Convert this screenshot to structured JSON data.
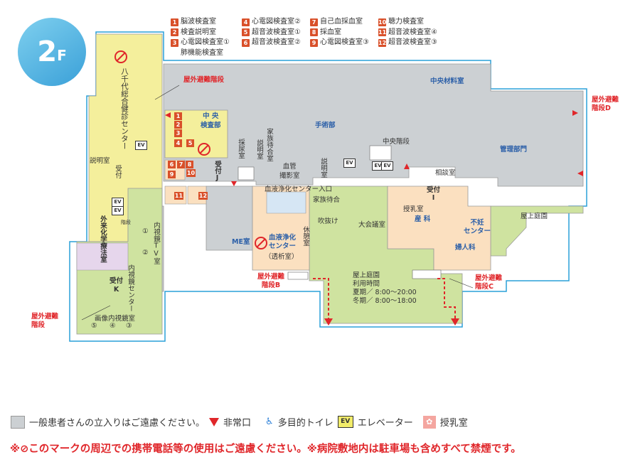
{
  "floor": {
    "number": "2",
    "suffix": "F"
  },
  "legend_rooms": [
    {
      "num": "1",
      "label": "脳波検査室"
    },
    {
      "num": "2",
      "label": "検査説明室"
    },
    {
      "num": "3",
      "label": "心電図検査室①"
    },
    {
      "num": "3b",
      "label": "肺機能検査室"
    },
    {
      "num": "4",
      "label": "心電図検査室②"
    },
    {
      "num": "5",
      "label": "超音波検査室①"
    },
    {
      "num": "6",
      "label": "超音波検査室②"
    },
    {
      "num": "7",
      "label": "自己血採血室"
    },
    {
      "num": "8",
      "label": "採血室"
    },
    {
      "num": "9",
      "label": "心電図検査室③"
    },
    {
      "num": "10",
      "label": "聴力検査室"
    },
    {
      "num": "11",
      "label": "超音波検査室④"
    },
    {
      "num": "12",
      "label": "超音波検査室③"
    }
  ],
  "map_labels": {
    "gaikai_west": "屋外避難\n階段",
    "gaikai_top": "屋外避難階段",
    "gaikai_d": "屋外避難\n階段D",
    "gaikai_b": "屋外避難\n階段B",
    "gaikai_c": "屋外避難\n階段C",
    "kenshin": "八千代総合健診センター",
    "setsumei": "説明室",
    "uketsuke": "受付",
    "chuo_kensa": "中 央\n検査部",
    "saiken": "採尿室",
    "uketsuke_j": "受付J",
    "setsumei2": "説明室",
    "kazoku_machi": "家族待合室",
    "kekkan": "血管\n撮影室",
    "setsumei3": "説明室",
    "shujutsu": "手術部",
    "chuo_zairyo": "中央材料室",
    "kanri": "管理部門",
    "chuo_kaidan": "中央階段",
    "soudan": "相談室",
    "ketsueki_iriguchi": "血液浄化センター入口",
    "kazoku_machiai": "家族待合",
    "fukinuke": "吹抜け",
    "daikaigi": "大会議室",
    "me": "ME室",
    "ketsueki": "血液浄化\nセンター",
    "toseki": "（透析室）",
    "kyukei": "休憩室",
    "jyunyu": "授乳室",
    "sanka": "産 科",
    "uketsuke_i": "受付\nI",
    "funin": "不妊\nセンター",
    "fujinka": "婦人科",
    "okujyo_teien": "屋上庭園",
    "okujyo_teien2": "屋上庭園",
    "riyou": "利用時間",
    "natsu": "夏期／ 8:00～20:00",
    "fuyu": "冬期／ 8:00～18:00",
    "gairai": "外来化学療法室",
    "uketsuke_k": "受付\nK",
    "naishikyo": "内視鏡センター",
    "naishikyo_tv": "内視鏡TV室",
    "gazo": "画像内視鏡室",
    "kaidan": "階段",
    "n1": "①",
    "n2": "②",
    "n3": "③",
    "n4": "④",
    "n5": "⑤"
  },
  "bottom_legend": {
    "gray": "一般患者さんの立入りはご遠慮ください。",
    "exit": "非常口",
    "toilet": "多目的トイレ",
    "ev_mark": "EV",
    "ev": "エレベーター",
    "nursing": "授乳室"
  },
  "warning": "※⊘このマークの周辺での携帯電話等の使用はご遠慮ください。※病院敷地内は駐車場も含めすべて禁煙です。",
  "colors": {
    "gray": "#ccd0d3",
    "yellow": "#f4ef9c",
    "green": "#cfe3a0",
    "orange": "#fbe0c0",
    "blue": "#d6e6f4",
    "purple": "#e6d6ec",
    "red": "#e0262a",
    "cyan": "#3aa0d8"
  }
}
